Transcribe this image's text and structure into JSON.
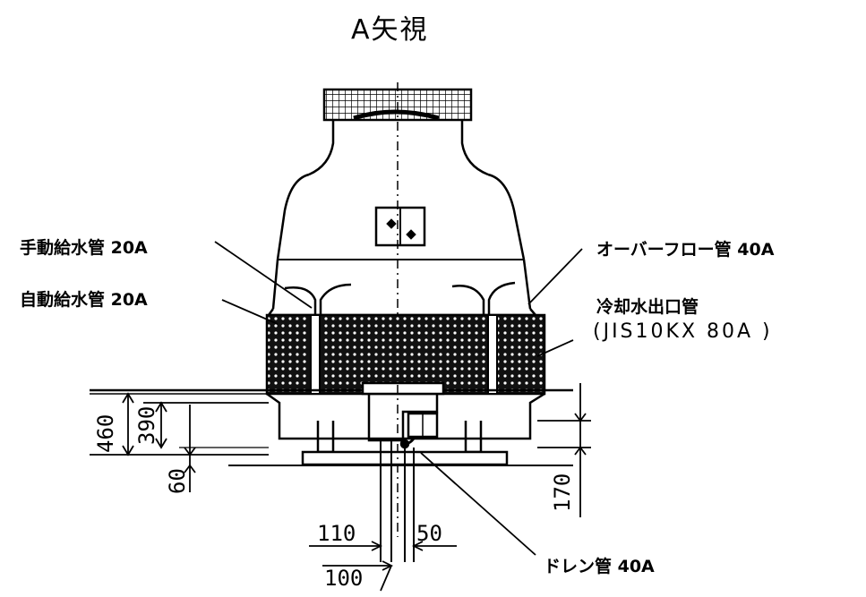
{
  "title": "A矢視",
  "labels": {
    "manual_supply": "手動給水管 20A",
    "auto_supply": "自動給水管 20A",
    "overflow": "オーバーフロー管 40A",
    "cooling_outlet_line1": "冷却水出口管",
    "cooling_outlet_line2": "(JIS10KX 80A )",
    "drain": "ドレン管 40A"
  },
  "dimensions": {
    "d460": "460",
    "d390": "390",
    "d60": "60",
    "d170": "170",
    "d110": "110",
    "d50": "50",
    "d100": "100"
  },
  "colors": {
    "ink": "#000000",
    "paper": "#ffffff"
  }
}
